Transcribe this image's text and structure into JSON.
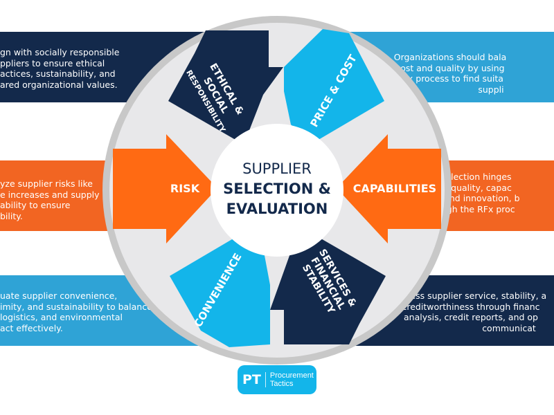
{
  "colors": {
    "navy": "#13294b",
    "sky": "#13b5ea",
    "orange": "#ff6a13",
    "ring": "#c8c8c8",
    "wedge": "#e8e8ea",
    "center_text": "#13294b"
  },
  "center": {
    "line1": "SUPPLIER",
    "line2": "SELECTION &",
    "line3": "EVALUATION"
  },
  "segments": {
    "ethical": {
      "line1": "ETHICAL &",
      "line2": "SOCIAL",
      "line3": "RESPONSIBILITY"
    },
    "price": {
      "label": "PRICE & COST"
    },
    "risk": {
      "label": "RISK"
    },
    "capabilities": {
      "label": "CAPABILITIES"
    },
    "convenience": {
      "label": "CONVENIENCE"
    },
    "services": {
      "line1": "SERVICES &",
      "line2": "FINANCIAL",
      "line3": "STABILITY"
    }
  },
  "descriptions": {
    "ethical": [
      "gn with socially responsible",
      "ppliers to ensure ethical",
      "actices, sustainability, and",
      "ared organizational values."
    ],
    "price": [
      "Organizations should bala",
      "cost and quality by using",
      "RFx process to find suita",
      "suppli"
    ],
    "risk": [
      "yze supplier risks like",
      "e increases and supply",
      "ability to ensure",
      "bility."
    ],
    "capabilities": [
      "Supplier selection hinges",
      "evaluating quality, capac",
      "timeliness, and innovation, b",
      "done through the RFx proc"
    ],
    "convenience": [
      "uate supplier convenience,",
      "imity, and sustainability to balance",
      "logistics, and environmental",
      "act effectively."
    ],
    "services": [
      "Assess supplier service, stability, a",
      "creditworthiness through financ",
      "analysis, credit reports, and op",
      "communicat"
    ]
  },
  "logo": {
    "initials": "PT",
    "line1": "Procurement",
    "line2": "Tactics"
  }
}
